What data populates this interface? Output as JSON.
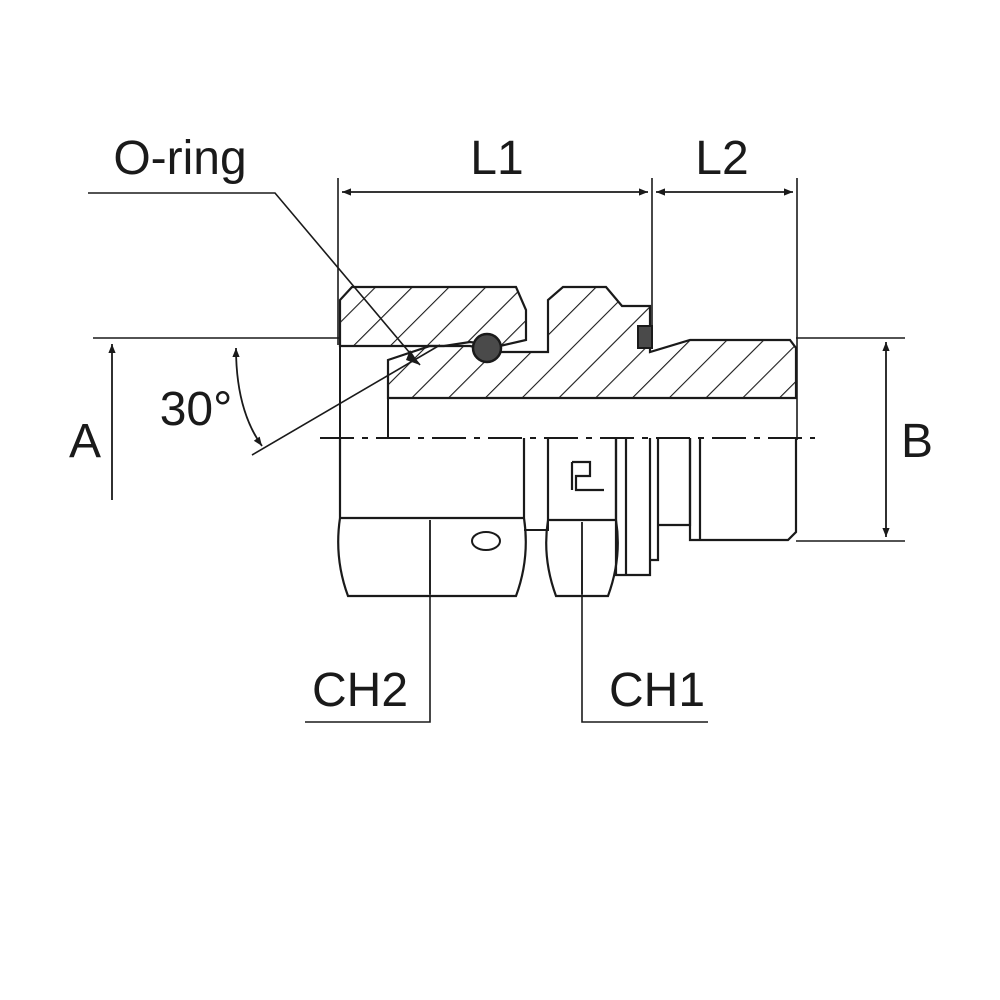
{
  "labels": {
    "o_ring": "O-ring",
    "l1": "L1",
    "l2": "L2",
    "angle": "30°",
    "a": "A",
    "b": "B",
    "ch2": "CH2",
    "ch1": "CH1"
  },
  "colors": {
    "line": "#1a1a1a",
    "background": "#ffffff",
    "oring_fill": "#4a4a4a"
  }
}
